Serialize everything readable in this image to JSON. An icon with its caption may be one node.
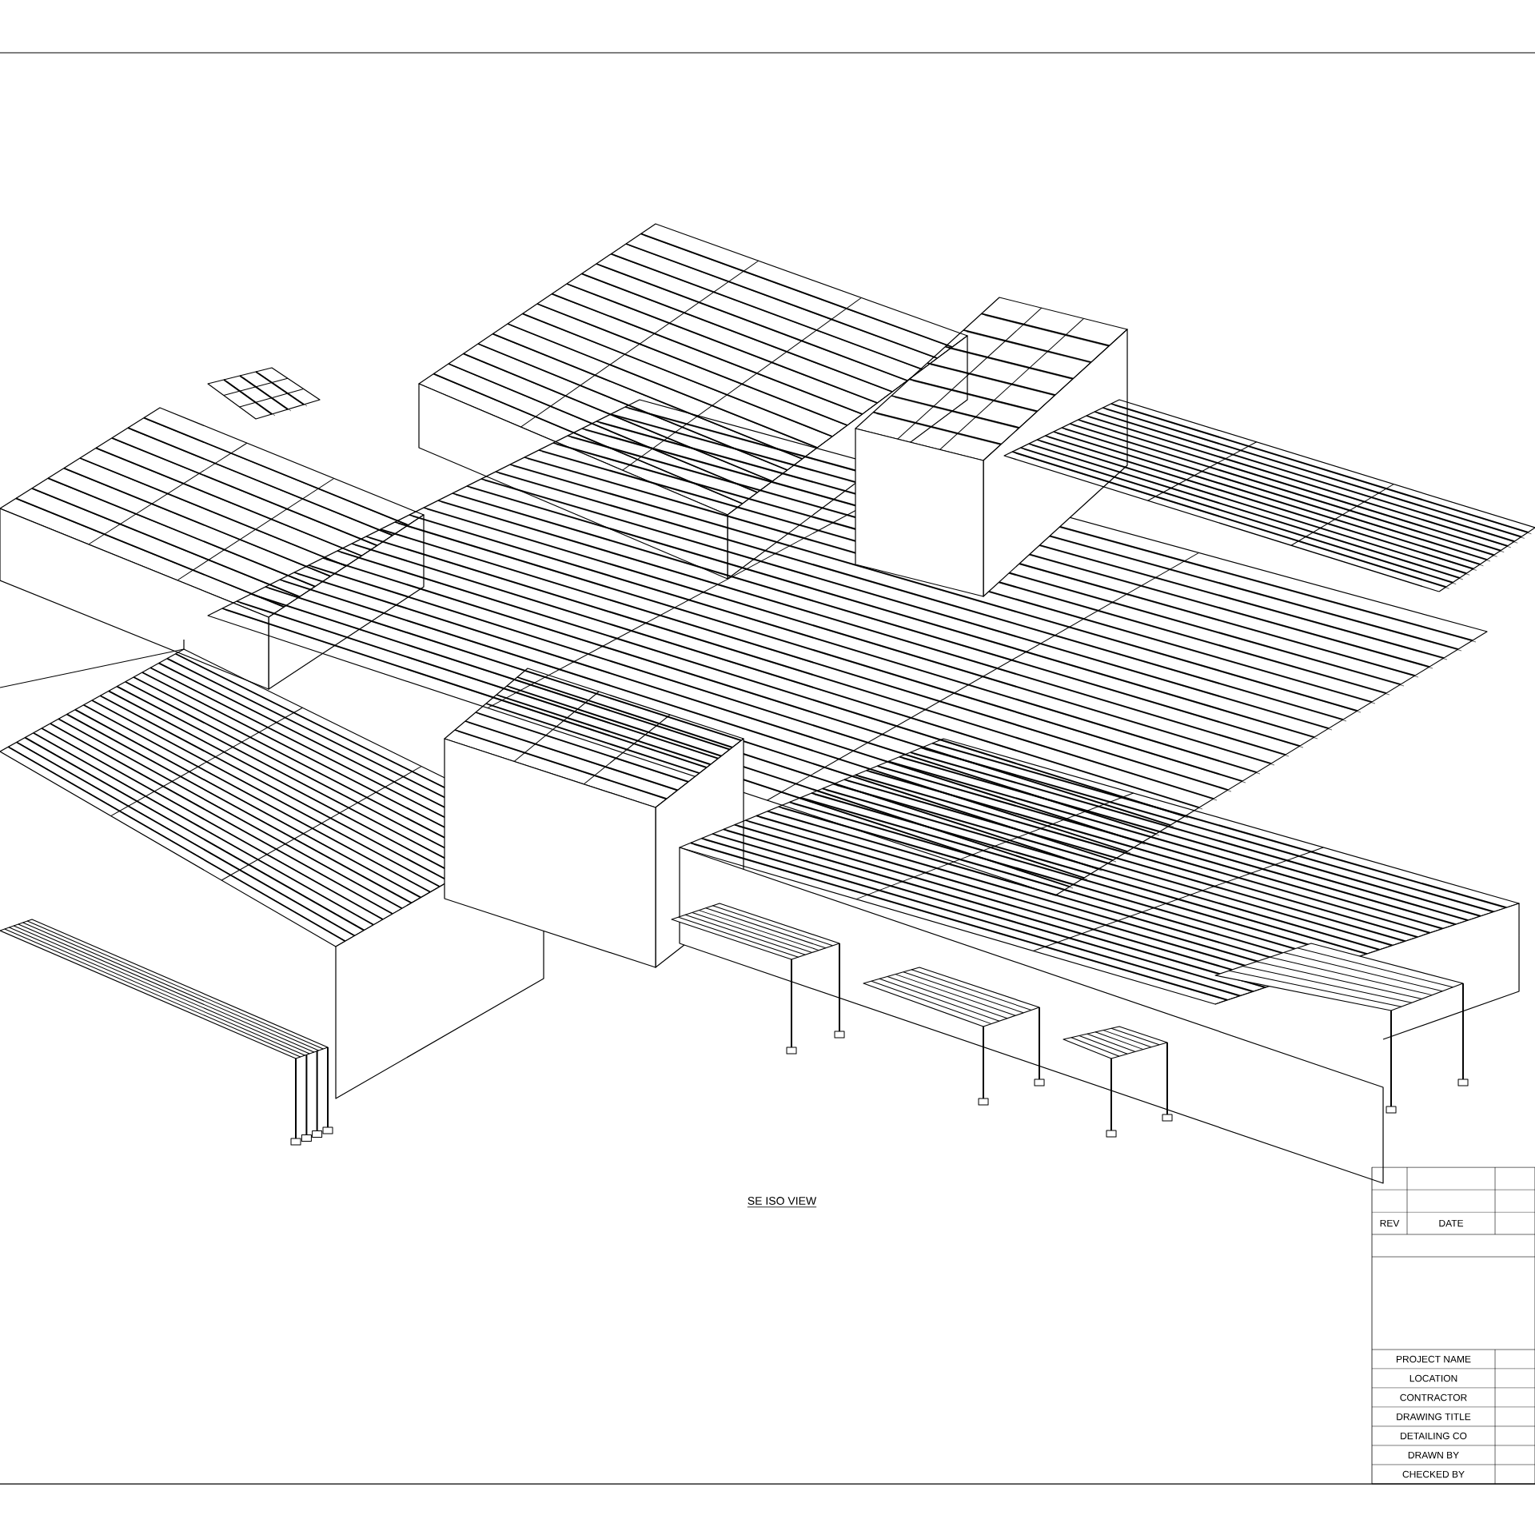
{
  "diagram": {
    "caption": "SE ISO VIEW",
    "labels": [
      "REV",
      "DATE",
      "PROJECT NAME",
      "LOCATION",
      "CONTRACTOR",
      "DRAWING TITLE",
      "DETAILING CO",
      "DRAWN BY",
      "CHECKED BY"
    ]
  }
}
